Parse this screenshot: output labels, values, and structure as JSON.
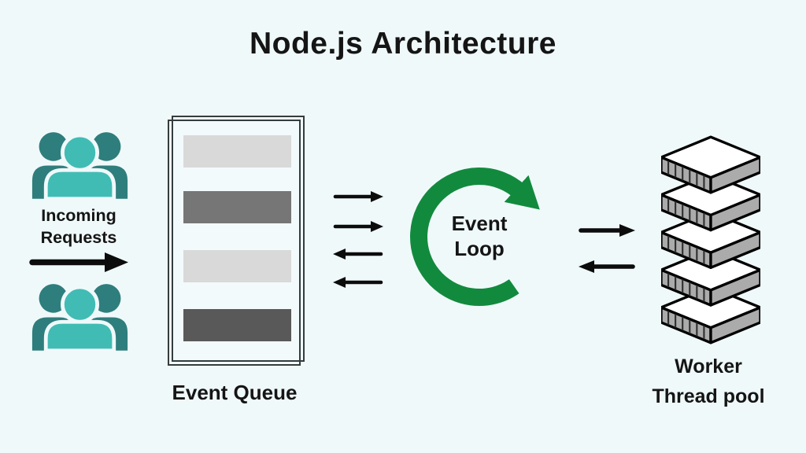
{
  "title": "Node.js Architecture",
  "incoming_requests": {
    "line1": "Incoming",
    "line2": "Requests"
  },
  "event_queue": {
    "label": "Event Queue",
    "bars": [
      "light",
      "medium",
      "light",
      "dark"
    ]
  },
  "event_loop": {
    "line1": "Event",
    "line2": "Loop"
  },
  "worker_pool": {
    "line1": "Worker",
    "line2": "Thread pool",
    "layer_count": 5
  },
  "colors": {
    "background": "#f0f9fa",
    "text_dark": "#151515",
    "teal_dark": "#2e7e7d",
    "teal_light": "#41bcb4",
    "arrow_black": "#0c0c0c",
    "queue_border": "#333d3e",
    "queue_fill": "#f3fafb",
    "bar_light": "#d9d9d9",
    "bar_medium": "#767676",
    "bar_dark": "#595959",
    "loop_green": "#128a3e",
    "stack_face": "#ffffff",
    "stack_side": "#ababab",
    "stack_stripe": "#2e2e2e",
    "stack_outline": "#000000"
  }
}
